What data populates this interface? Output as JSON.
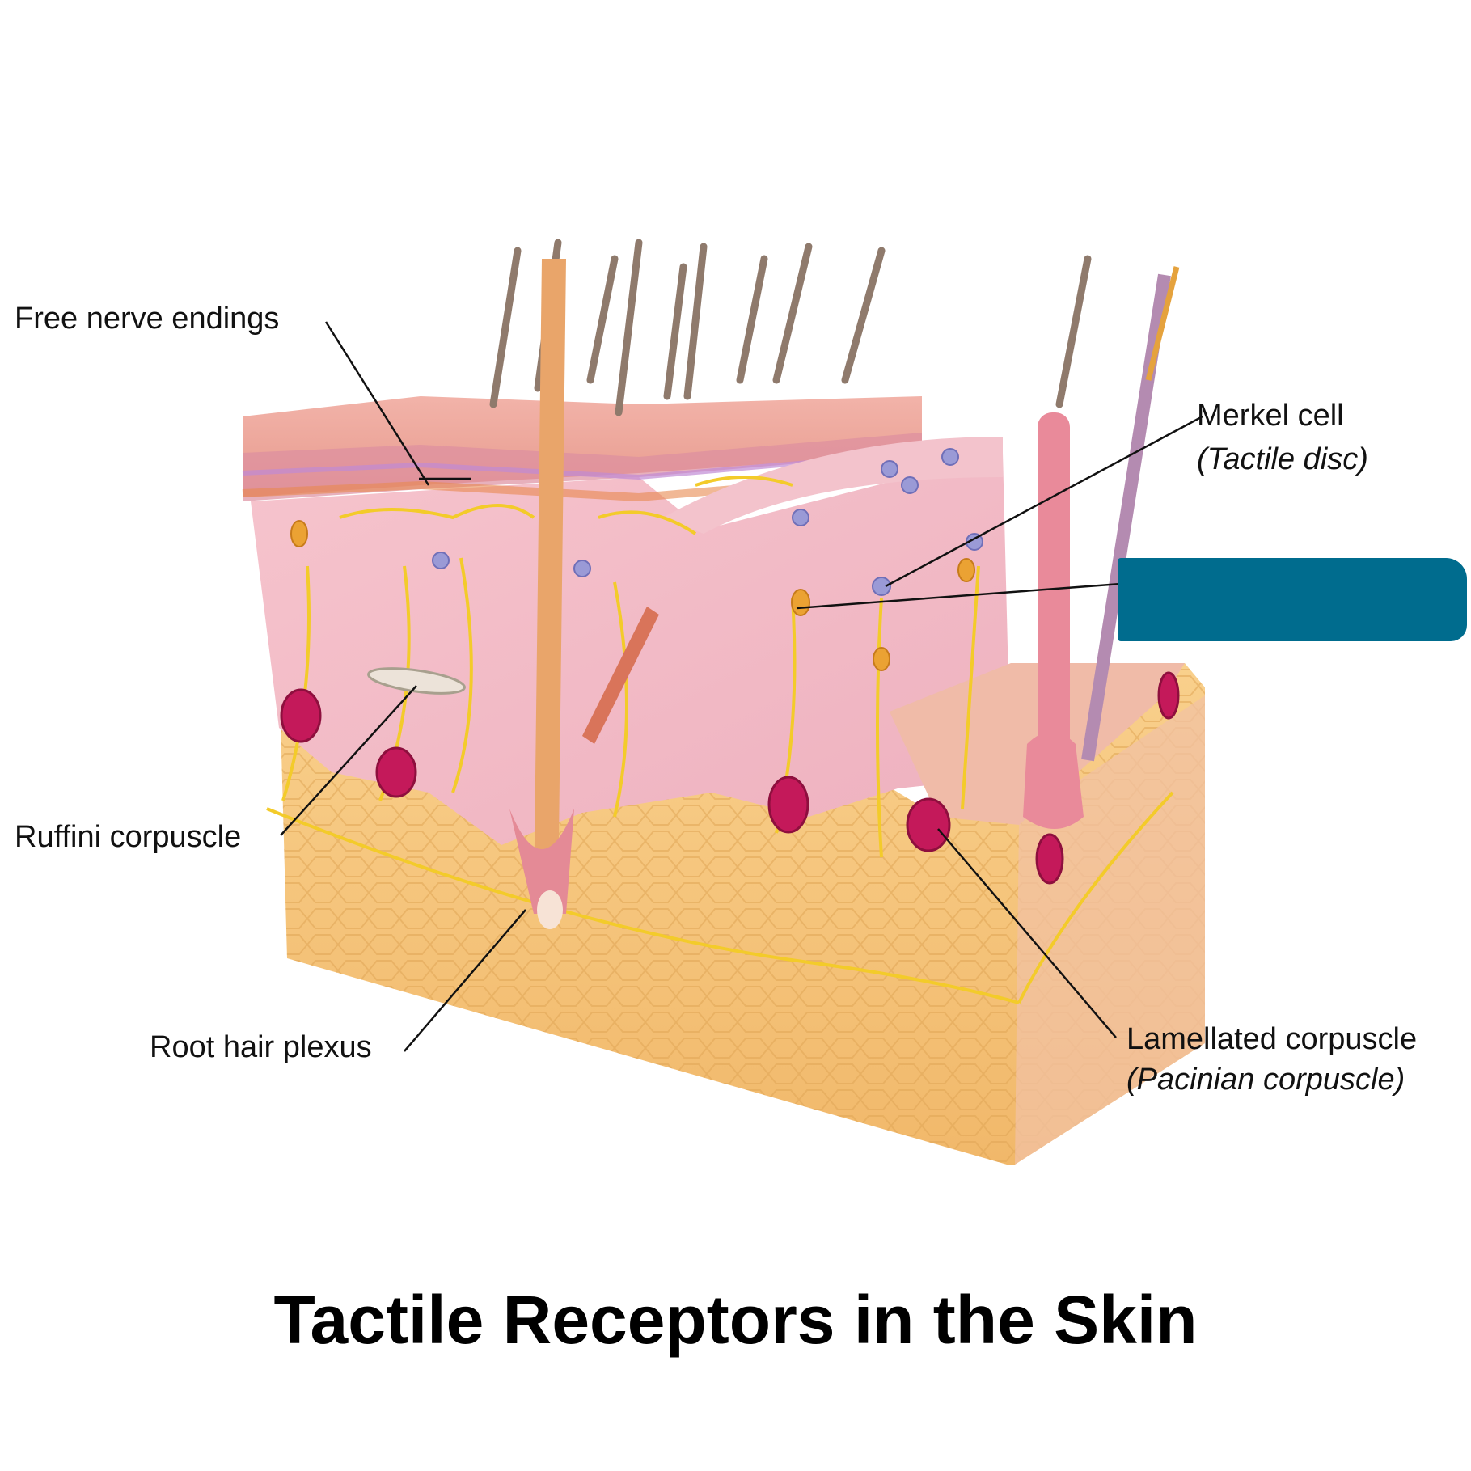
{
  "title": "Tactile Receptors in the Skin",
  "labels": {
    "free_nerve": "Free nerve endings",
    "merkel": "Merkel cell",
    "merkel_alt": "(Tactile disc)",
    "ruffini": "Ruffini corpuscle",
    "root_hair": "Root hair plexus",
    "lamellated": "Lamellated corpuscle",
    "lamellated_alt": "(Pacinian corpuscle)"
  },
  "colors": {
    "redaction_box": "#006c8e",
    "epidermis": "#eca79e",
    "dermis": "#f3bdc6",
    "hypodermis": "#f6c77f",
    "nerve": "#f3cb2a",
    "corpuscle": "#c4195a",
    "hair": "#8f7a6c",
    "leader_line": "#111111"
  }
}
